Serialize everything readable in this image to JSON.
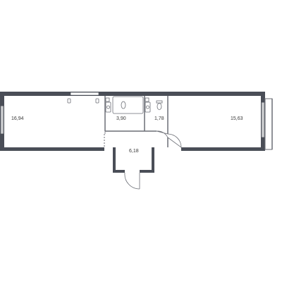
{
  "rooms": {
    "living_left": {
      "area": "16,94"
    },
    "bathroom": {
      "area": "3,90"
    },
    "toilet": {
      "area": "1,78"
    },
    "hall": {
      "area": "6,18"
    },
    "living_right": {
      "area": "15,63"
    }
  },
  "colors": {
    "wall": "#4a4e57",
    "line": "#6b6e75",
    "background": "#ffffff"
  }
}
